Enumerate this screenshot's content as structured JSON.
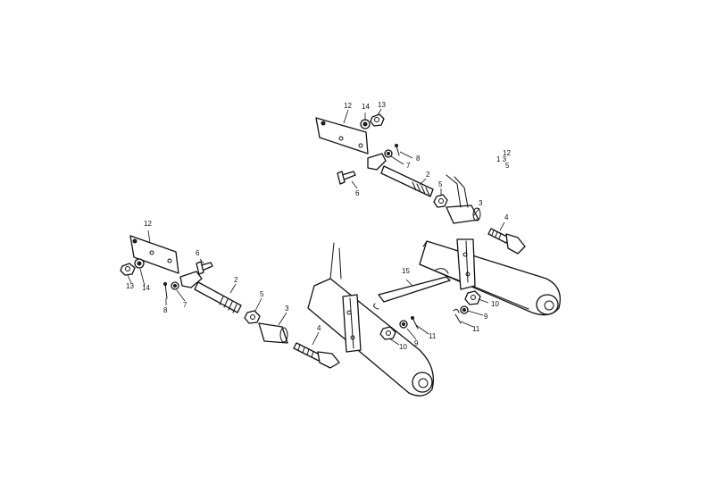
{
  "diagram": {
    "labels": {
      "upper_12": "12",
      "upper_14": "14",
      "upper_13": "13",
      "upper_8": "8",
      "upper_7": "7",
      "upper_6": "6",
      "upper_2": "2",
      "upper_5": "5",
      "upper_3": "3",
      "upper_4": "4",
      "upper_15": "15",
      "upper_10": "10",
      "upper_9": "9",
      "upper_11": "11",
      "lower_12": "12",
      "lower_6": "6",
      "lower_13": "13",
      "lower_14": "14",
      "lower_2": "2",
      "lower_8": "8",
      "lower_7": "7",
      "lower_5": "5",
      "lower_3": "3",
      "lower_4": "4",
      "lower_10": "10",
      "lower_9": "9",
      "lower_11": "11",
      "legend_line1": "12",
      "legend_line2": "1 3",
      "legend_line3": "5"
    }
  }
}
